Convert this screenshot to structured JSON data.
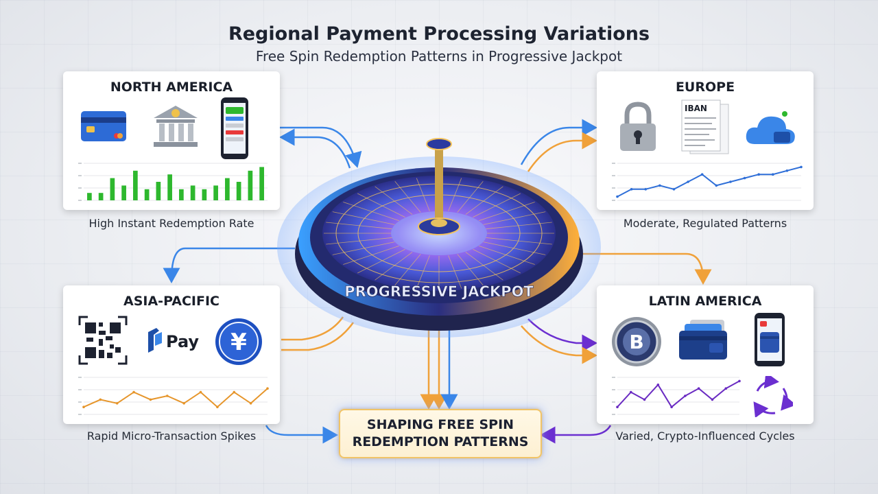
{
  "header": {
    "title": "Regional Payment Processing Variations",
    "subtitle": "Free Spin Redemption Patterns in Progressive Jackpot"
  },
  "wheel": {
    "label": "PROGRESSIVE JACKPOT"
  },
  "center": {
    "line1": "SHAPING FREE SPIN",
    "line2": "REDEMPTION PATTERNS"
  },
  "regions": {
    "north_america": {
      "title": "NORTH AMERICA",
      "caption": "High Instant Redemption Rate",
      "icons": [
        "credit-card-icon",
        "bank-icon",
        "mobile-wallet-icon"
      ],
      "chart": {
        "type": "bar",
        "values": [
          2,
          2,
          6,
          4,
          8,
          3,
          5,
          7,
          3,
          4,
          3,
          4,
          6,
          5,
          8,
          9
        ],
        "color": "#2eb82e"
      }
    },
    "europe": {
      "title": "EUROPE",
      "caption": "Moderate, Regulated Patterns",
      "icons": [
        "padlock-icon",
        "iban-document-icon",
        "cloud-wallet-icon"
      ],
      "doc_label": "IBAN",
      "chart": {
        "type": "line",
        "values": [
          1,
          3,
          3,
          4,
          3,
          5,
          7,
          4,
          5,
          6,
          7,
          7,
          8,
          9
        ],
        "color": "#2f6fd8"
      }
    },
    "asia_pacific": {
      "title": "ASIA-PACIFIC",
      "caption": "Rapid Micro-Transaction Spikes",
      "icons": [
        "qr-code-icon",
        "pay-logo-icon",
        "yen-coin-icon"
      ],
      "pay_label": "Pay",
      "yen_symbol": "¥",
      "chart": {
        "type": "line",
        "values": [
          2,
          4,
          3,
          6,
          4,
          5,
          3,
          6,
          2,
          6,
          3,
          7
        ],
        "color": "#e6952a"
      }
    },
    "latin_america": {
      "title": "LATIN AMERICA",
      "caption": "Varied, Crypto-Influenced Cycles",
      "icons": [
        "bitcoin-coin-icon",
        "card-wallet-icon",
        "mobile-wallet-icon",
        "cycle-arrows-icon"
      ],
      "btc_symbol": "B",
      "chart": {
        "type": "line",
        "values": [
          2,
          6,
          4,
          8,
          2,
          5,
          7,
          4,
          7,
          9
        ],
        "color": "#6a2bc2"
      }
    }
  },
  "colors": {
    "blue_flow": "#3a86e8",
    "orange_flow": "#f0a13a",
    "purple_flow": "#6b2fd0"
  }
}
